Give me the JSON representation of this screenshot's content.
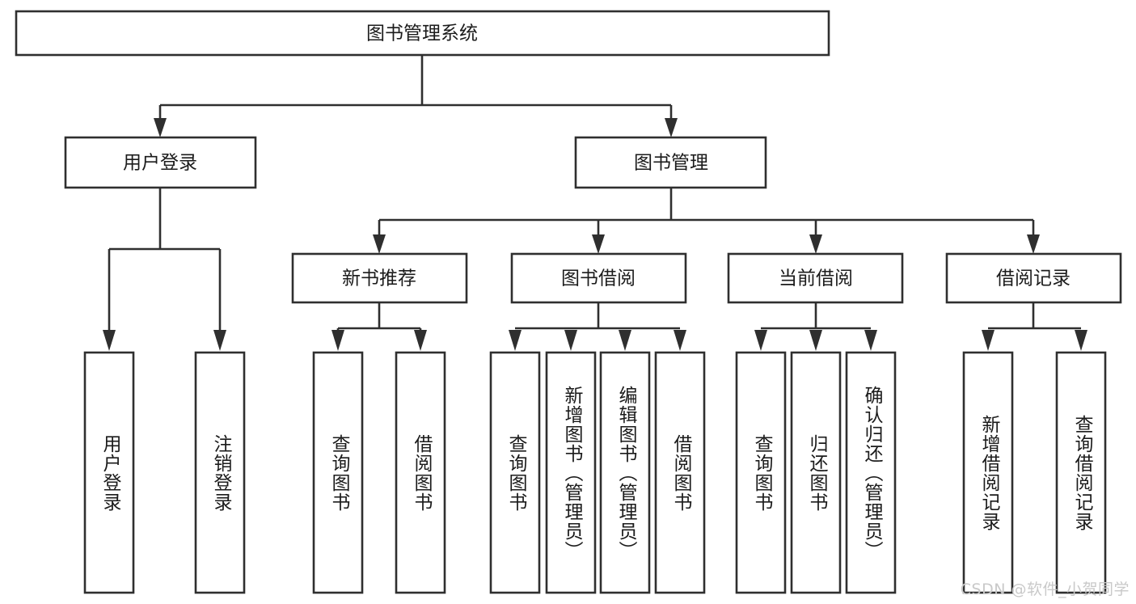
{
  "diagram": {
    "type": "tree-hierarchy-chart",
    "title": "图书管理系统",
    "orientation": "top-down",
    "line_color": "#2f2f2f",
    "box_fill": "#ffffff",
    "text_color": "#1b1b1b"
  },
  "root": {
    "label": "图书管理系统"
  },
  "level2": [
    {
      "label": "用户登录"
    },
    {
      "label": "图书管理"
    }
  ],
  "level3": [
    {
      "label": "新书推荐"
    },
    {
      "label": "图书借阅"
    },
    {
      "label": "当前借阅"
    },
    {
      "label": "借阅记录"
    }
  ],
  "leaves": {
    "user_login": [
      {
        "label": "用户登录"
      },
      {
        "label": "注销登录"
      }
    ],
    "new_book_recommend": [
      {
        "label": "查询图书"
      },
      {
        "label": "借阅图书"
      }
    ],
    "book_borrow": [
      {
        "label": "查询图书"
      },
      {
        "label": "新增图书（管理员）"
      },
      {
        "label": "编辑图书（管理员）"
      },
      {
        "label": "借阅图书"
      }
    ],
    "current_borrow": [
      {
        "label": "查询图书"
      },
      {
        "label": "归还图书"
      },
      {
        "label": "确认归还（管理员）"
      }
    ],
    "borrow_record": [
      {
        "label": "新增借阅记录"
      },
      {
        "label": "查询借阅记录"
      }
    ]
  },
  "watermark": {
    "text": "CSDN @软件_小贺同学"
  }
}
